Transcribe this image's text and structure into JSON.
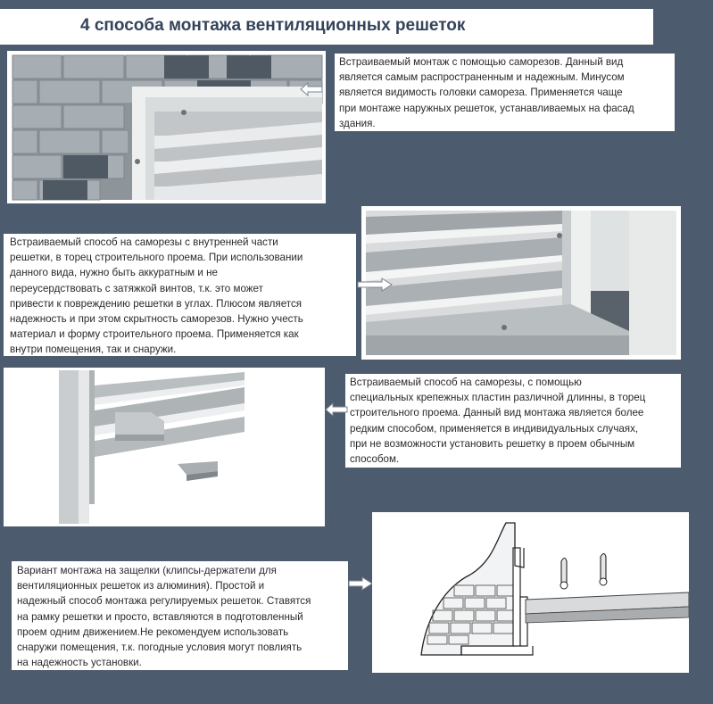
{
  "title": "4 способа монтажа вентиляционных решеток",
  "sections": [
    {
      "lines": [
        "Встраиваемый монтаж с помощью саморезов. Данный вид",
        "является самым распространенным и надежным. Минусом",
        "является видимость головки самореза. Применяется чаще",
        "при монтаже наружных решеток, устанавливаемых на фасад",
        "здания."
      ]
    },
    {
      "lines": [
        "Встраиваемый способ на саморезы с внутренней части",
        "решетки, в торец строительного проема. При использовании",
        "данного вида, нужно быть аккуратным и не",
        "переусердствовать с затяжкой винтов, т.к. это может",
        "привести к повреждению решетки в углах. Плюсом является",
        "надежность и при этом скрытность саморезов. Нужно учесть",
        "материал и форму строительного проема. Применяется как",
        "внутри помещения, так и снаружи."
      ]
    },
    {
      "lines": [
        "Встраиваемый способ на саморезы, с помощью",
        "специальных крепежных пластин различной длинны, в торец",
        "строительного проема. Данный вид монтажа является более",
        "редким способом, применяется в индивидуальных случаях,",
        "при не возможности установить решетку в проем обычным",
        "способом."
      ]
    },
    {
      "lines": [
        "Вариант монтажа на защелки (клипсы-держатели для",
        "вентиляционных решеток из алюминия). Простой и",
        "надежный способ монтажа регулируемых решеток. Ставятся",
        "на рамку решетки и просто, вставляются в подготовленный",
        "проем одним движением.Не рекомендуем использовать",
        "снаружи помещения, т.к. погодные условия могут повлиять",
        "на надежность установки."
      ]
    }
  ]
}
